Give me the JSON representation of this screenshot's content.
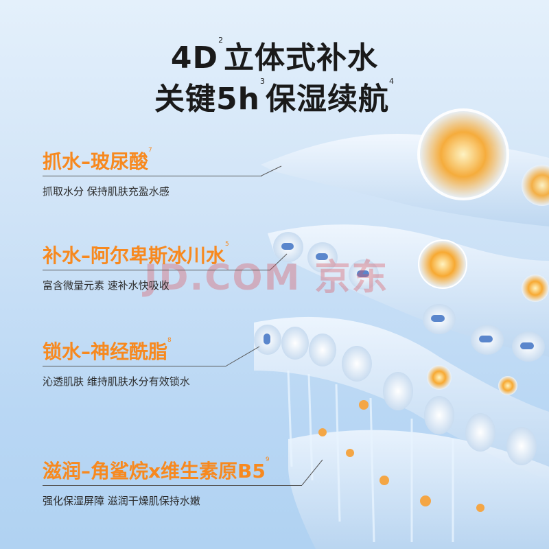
{
  "title": {
    "line1": "4D",
    "sup1": "2",
    "line1b": "立体式补水",
    "line2a": "关键5h",
    "sup2": "3",
    "line2b": "保湿续航",
    "sup3": "4"
  },
  "features": [
    {
      "heading": "抓水–玻尿酸",
      "note": "7",
      "desc": "抓取水分  保持肌肤充盈水感"
    },
    {
      "heading": "补水–阿尔卑斯冰川水",
      "note": "5",
      "desc": "富含微量元素  速补水快吸收"
    },
    {
      "heading": "锁水–神经酰脂",
      "note": "8",
      "desc": "沁透肌肤  维持肌肤水分有效锁水"
    },
    {
      "heading": "滋润–角鲨烷x维生素原B5",
      "note": "9",
      "desc": "强化保湿屏障  滋润干燥肌保持水嫩"
    }
  ],
  "watermark": "JD.COM 京东",
  "colors": {
    "accent": "#f7891f",
    "text": "#1a1a1a"
  }
}
